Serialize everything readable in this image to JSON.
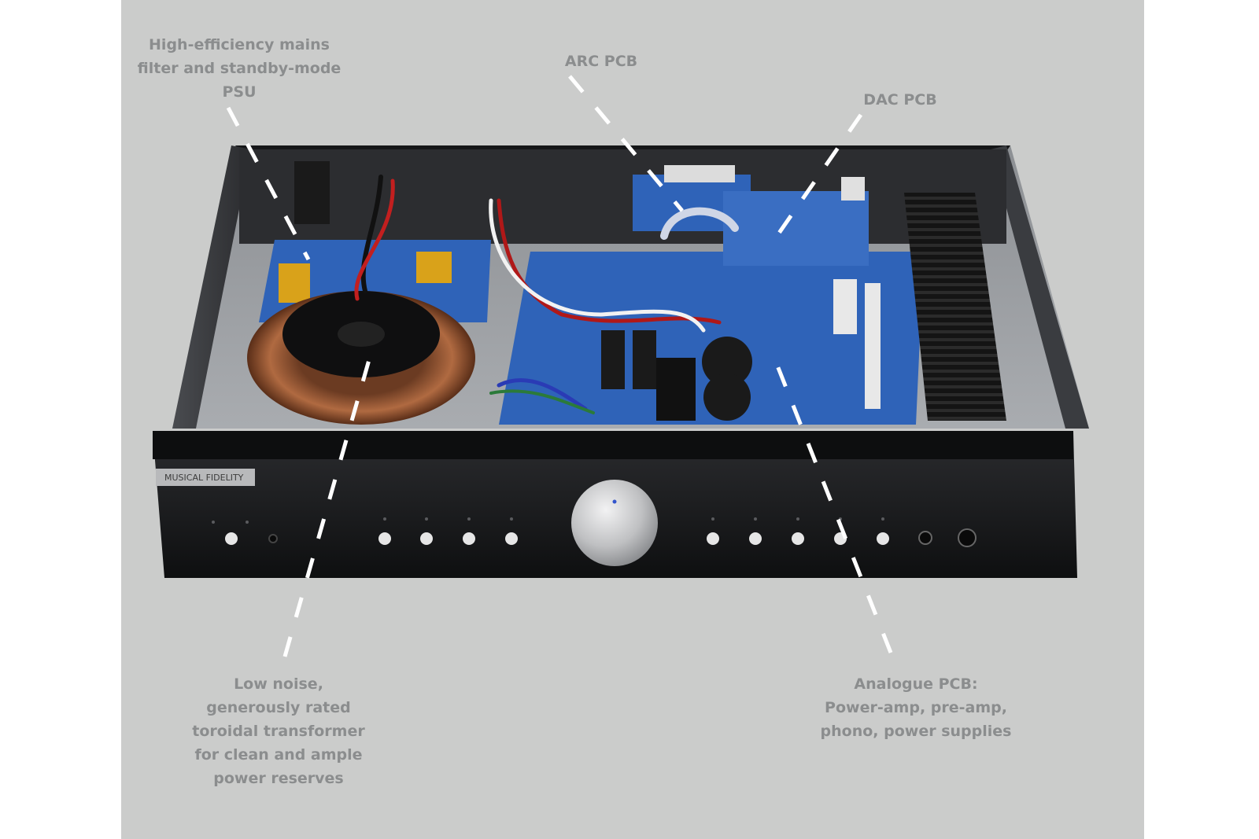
{
  "annotations": {
    "mains_filter": "High-efficiency mains\nfilter and standby-mode\nPSU",
    "arc_pcb": "ARC PCB",
    "dac_pcb": "DAC PCB",
    "toroidal": "Low noise,\ngenerously rated\ntoroidal transformer\nfor clean and ample\npower reserves",
    "analogue_pcb": "Analogue PCB:\nPower-amp, pre-amp,\nphono, power supplies"
  },
  "colors": {
    "background": "#cbcccb",
    "label_text": "#8b8d8e",
    "leader_line": "#ffffff",
    "chassis": "#1c1d1f",
    "pcb": "#2f63b8",
    "knob": "#c8c9cb"
  },
  "icons": [
    "volume-knob-icon",
    "button-icon",
    "headphone-jack-icon",
    "led-icon"
  ]
}
